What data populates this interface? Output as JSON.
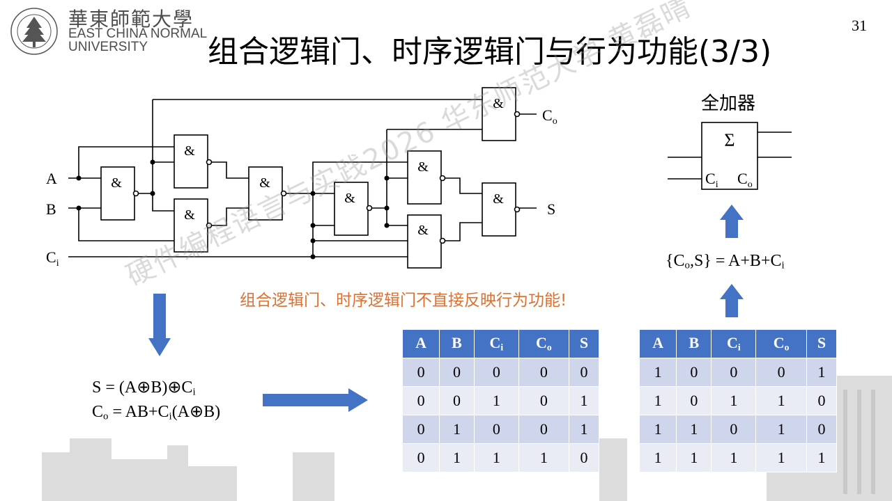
{
  "header": {
    "logo_cn": "華東師範大學",
    "logo_en_line1": "EAST CHINA NORMAL",
    "logo_en_line2": "UNIVERSITY",
    "title": "组合逻辑门、时序逻辑门与行为功能(3/3)",
    "page_number": "31"
  },
  "circuit": {
    "gate_symbol": "&",
    "inputs": [
      "A",
      "B",
      "C",
      "i"
    ],
    "outputs": {
      "co_main": "C",
      "co_sub": "o",
      "s": "S"
    }
  },
  "full_adder": {
    "title": "全加器",
    "sigma": "Σ",
    "ci_main": "C",
    "ci_sub": "i",
    "co_main": "C",
    "co_sub": "o"
  },
  "equations": {
    "top": {
      "p1": "{C",
      "p1_sub": "o",
      "p2": ",S} = A+B+C",
      "p2_sub": "i"
    },
    "s": {
      "p1": "S = (A⊕B)⊕C",
      "p1_sub": "i"
    },
    "co": {
      "p1": "C",
      "p1_sub": "o",
      "p2": " = AB+C",
      "p2_sub": "i",
      "p3": "(A⊕B)"
    }
  },
  "note": "组合逻辑门、时序逻辑门不直接反映行为功能!",
  "watermark": "硬件编程语言与实践2026 华东师范大学 黄磊晴",
  "table_headers": [
    {
      "main": "A",
      "sub": ""
    },
    {
      "main": "B",
      "sub": ""
    },
    {
      "main": "C",
      "sub": "i"
    },
    {
      "main": "C",
      "sub": "o"
    },
    {
      "main": "S",
      "sub": ""
    }
  ],
  "table1_rows": [
    [
      "0",
      "0",
      "0",
      "0",
      "0"
    ],
    [
      "0",
      "0",
      "1",
      "0",
      "1"
    ],
    [
      "0",
      "1",
      "0",
      "0",
      "1"
    ],
    [
      "0",
      "1",
      "1",
      "1",
      "0"
    ]
  ],
  "table2_rows": [
    [
      "1",
      "0",
      "0",
      "0",
      "1"
    ],
    [
      "1",
      "0",
      "1",
      "1",
      "0"
    ],
    [
      "1",
      "1",
      "0",
      "1",
      "0"
    ],
    [
      "1",
      "1",
      "1",
      "1",
      "1"
    ]
  ],
  "colors": {
    "arrow": "#4472c4",
    "table_header": "#4472c4",
    "row_odd": "#cfd5ea",
    "row_even": "#e9ebf5",
    "note": "#e0702f"
  }
}
